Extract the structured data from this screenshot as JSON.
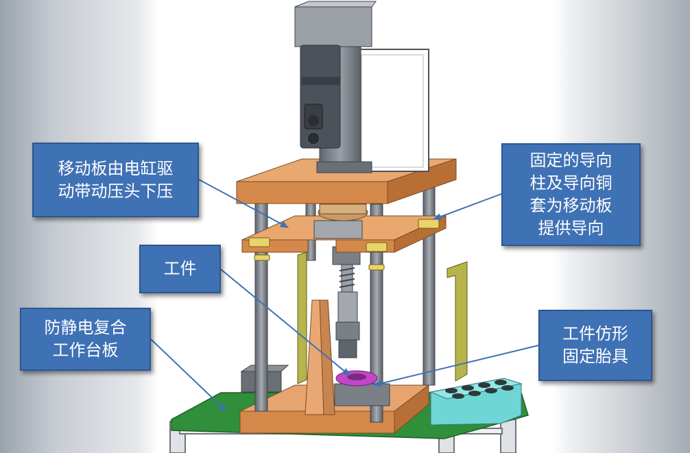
{
  "callouts": {
    "moving_plate": "移动板由电缸驱\n动带动压头下压",
    "guide": "固定的导向\n柱及导向铜\n套为移动板\n提供导向",
    "workpiece": "工件",
    "workbench": "防静电复合\n工作台板",
    "fixture": "工件仿形\n固定胎具"
  },
  "colors": {
    "callout_fill": "#3f71b5",
    "plate_orange": "#d4894a",
    "guide_post": "#7d828a",
    "bushing": "#e9d36a",
    "bench_green": "#2f8f3a",
    "fixture_magenta": "#c247c8",
    "tray_cyan": "#6fd6d6",
    "cylinder_grey": "#7b8087"
  }
}
